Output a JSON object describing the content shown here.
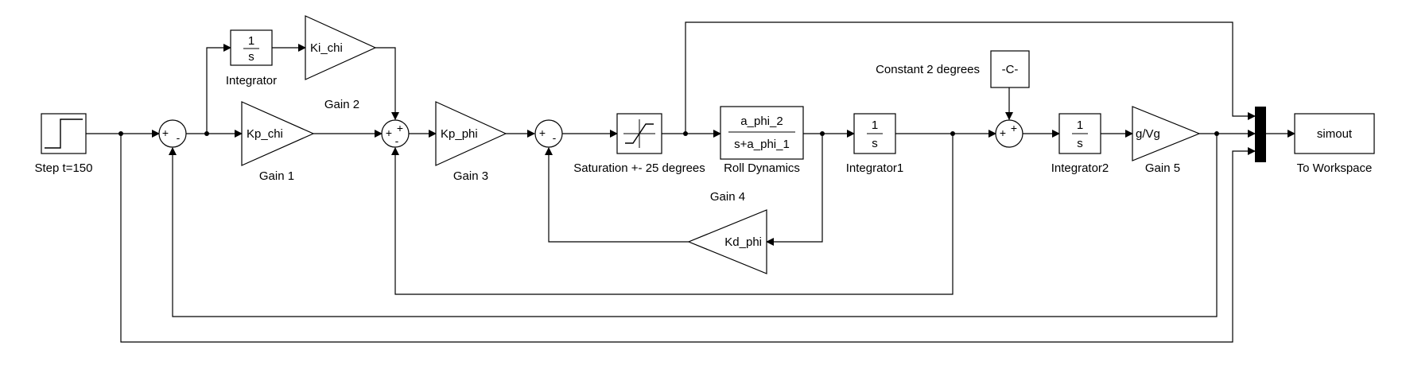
{
  "blocks": {
    "step": {
      "label": "Step t=150"
    },
    "sum1": {
      "top_sign": "+",
      "bottom_sign": "-"
    },
    "integrator": {
      "num": "1",
      "den": "s",
      "label": "Integrator"
    },
    "gain2": {
      "text": "Ki_chi",
      "label": "Gain 2"
    },
    "gain1": {
      "text": "Kp_chi",
      "label": "Gain 1"
    },
    "sum2": {
      "top_sign": "+",
      "left_sign": "+",
      "bottom_sign": "-"
    },
    "gain3": {
      "text": "Kp_phi",
      "label": "Gain 3"
    },
    "sum3": {
      "left_sign": "+",
      "bottom_sign": "-"
    },
    "saturation": {
      "label": "Saturation +- 25 degrees"
    },
    "roll_dynamics": {
      "num": "a_phi_2",
      "den": "s+a_phi_1",
      "label": "Roll Dynamics"
    },
    "integrator1": {
      "num": "1",
      "den": "s",
      "label": "Integrator1"
    },
    "gain4": {
      "text": "Kd_phi",
      "label": "Gain 4"
    },
    "constant": {
      "text": "-C-",
      "label": "Constant 2 degrees"
    },
    "sum4": {
      "left_sign": "+",
      "top_sign": "+"
    },
    "integrator2": {
      "num": "1",
      "den": "s",
      "label": "Integrator2"
    },
    "gain5": {
      "text": "g/Vg",
      "label": "Gain 5"
    },
    "to_workspace": {
      "text": "simout",
      "label": "To Workspace"
    }
  }
}
